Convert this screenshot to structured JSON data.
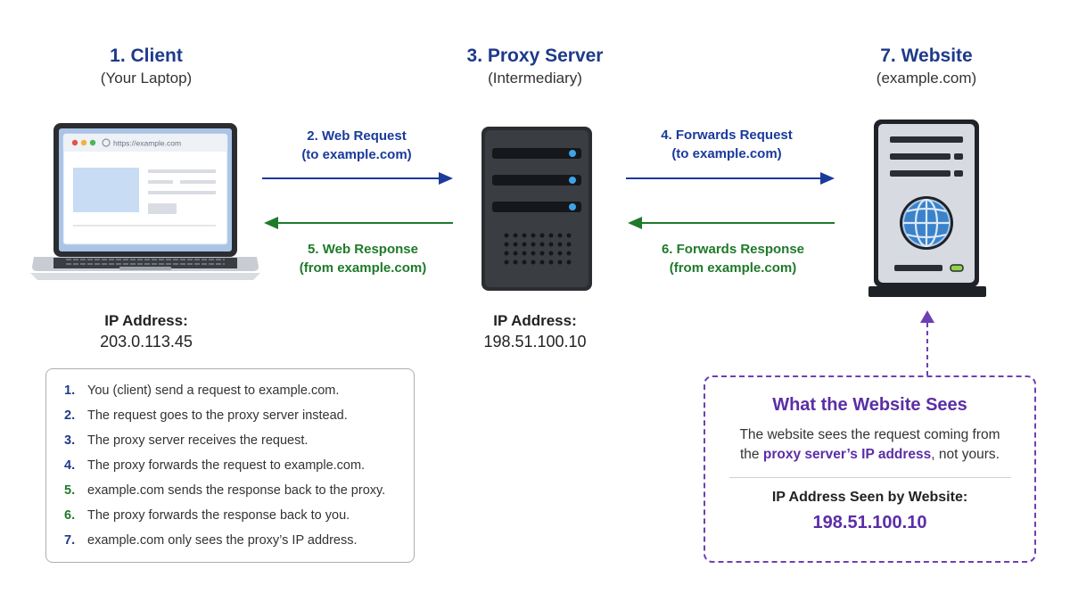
{
  "client": {
    "title": "1. Client",
    "subtitle": "(Your Laptop)",
    "browser_url": "https://example.com",
    "ip_label": "IP Address:",
    "ip_value": "203.0.113.45"
  },
  "proxy": {
    "title": "3. Proxy Server",
    "subtitle": "(Intermediary)",
    "ip_label": "IP Address:",
    "ip_value": "198.51.100.10"
  },
  "website": {
    "title": "7. Website",
    "subtitle": "(example.com)"
  },
  "arrows": {
    "web_request": {
      "line1": "2. Web Request",
      "line2": "(to example.com)"
    },
    "web_response": {
      "line1": "5. Web Response",
      "line2": "(from example.com)"
    },
    "forwards_request": {
      "line1": "4. Forwards Request",
      "line2": "(to example.com)"
    },
    "forwards_response": {
      "line1": "6. Forwards Response",
      "line2": "(from example.com)"
    }
  },
  "steps": [
    {
      "num": "1.",
      "text": "You (client) send a request to example.com.",
      "color": "#1e3a8a"
    },
    {
      "num": "2.",
      "text": "The request goes to the proxy server instead.",
      "color": "#1e3a8a"
    },
    {
      "num": "3.",
      "text": "The proxy server receives the request.",
      "color": "#1e3a8a"
    },
    {
      "num": "4.",
      "text": "The proxy forwards the request to example.com.",
      "color": "#1e3a8a"
    },
    {
      "num": "5.",
      "text": "example.com sends the response back to the proxy.",
      "color": "#1f7a2a"
    },
    {
      "num": "6.",
      "text": "The proxy forwards the response back to you.",
      "color": "#1f7a2a"
    },
    {
      "num": "7.",
      "text": "example.com only sees the proxy’s IP address.",
      "color": "#1e3a8a"
    }
  ],
  "what_website_sees": {
    "title": "What the Website Sees",
    "desc_line1": "The website sees the request coming from",
    "desc_line2_prefix": "the",
    "desc_highlight": "proxy server’s IP address",
    "desc_line2_suffix": ", not yours.",
    "ip_label": "IP Address Seen by Website:",
    "ip_value": "198.51.100.10"
  },
  "colors": {
    "request_arrow": "#1a3a9c",
    "response_arrow": "#1f7a2a",
    "accent_purple": "#5b2ea6",
    "title_blue": "#1e3a8a"
  },
  "icons": [
    "laptop-icon",
    "server-icon",
    "website-server-icon",
    "globe-icon"
  ]
}
